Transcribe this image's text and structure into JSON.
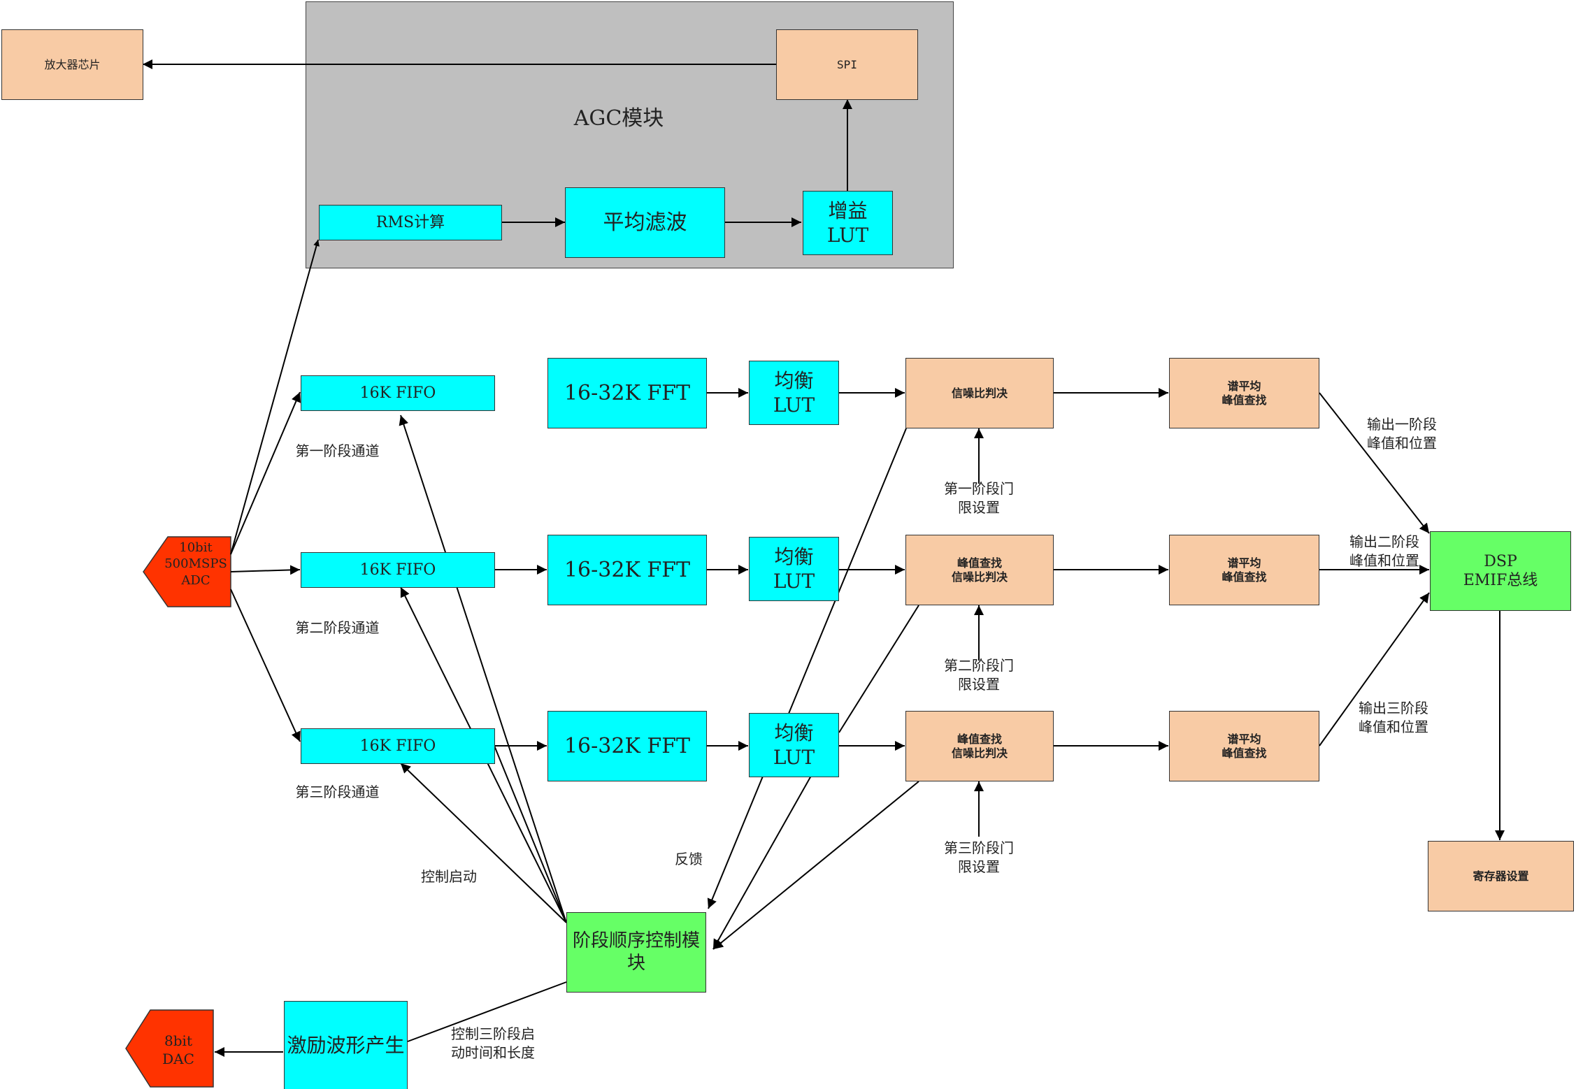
{
  "agc": {
    "title": "AGC模块",
    "rms": "RMS计算",
    "avg_filter": "平均滤波",
    "gain_lut": "增益\nLUT",
    "spi": "SPI"
  },
  "amp_chip": "放大器芯片",
  "adc": "10bit\n500MSPS\nADC",
  "dac": "8bit\nDAC",
  "fifo": [
    "16K FIFO",
    "16K FIFO",
    "16K FIFO"
  ],
  "channel_labels": [
    "第一阶段通道",
    "第二阶段通道",
    "第三阶段通道"
  ],
  "fft": [
    "16-32K FFT",
    "16-32K FFT",
    "16-32K FFT"
  ],
  "eq_lut": [
    "均衡\nLUT",
    "均衡\nLUT",
    "均衡\nLUT"
  ],
  "decision": [
    "信噪比判决",
    "峰值查找\n信噪比判决",
    "峰值查找\n信噪比判决"
  ],
  "threshold_labels": [
    "第一阶段门\n限设置",
    "第二阶段门\n限设置",
    "第三阶段门\n限设置"
  ],
  "spectrum": [
    "谱平均\n峰值查找",
    "谱平均\n峰值查找",
    "谱平均\n峰值查找"
  ],
  "output_labels": [
    "输出一阶段\n峰值和位置",
    "输出二阶段\n峰值和位置",
    "输出三阶段\n峰值和位置"
  ],
  "dsp": "DSP\nEMIF总线",
  "register": "寄存器设置",
  "sequencer": "阶段顺序控制模\n块",
  "excitation": "激励波形产生",
  "labels": {
    "feedback": "反馈",
    "control_start": "控制启动",
    "control_three": "控制三阶段启\n动时间和长度"
  },
  "colors": {
    "peach": "#f8cba5",
    "cyan": "#00ffff",
    "green": "#66ff66",
    "gray": "#bfbfbf",
    "red": "#ff3300"
  }
}
